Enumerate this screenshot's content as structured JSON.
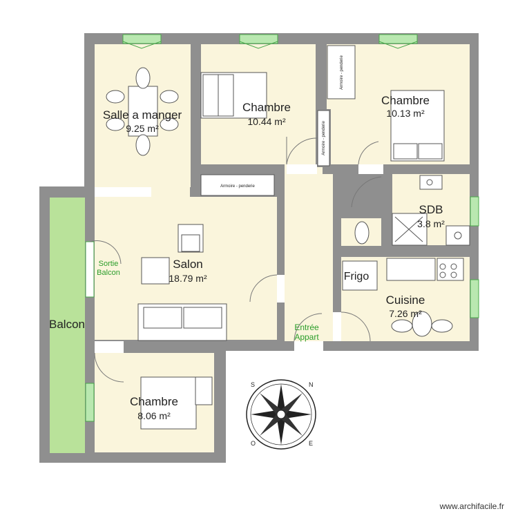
{
  "rooms": {
    "salle_a_manger": {
      "name": "Salle a manger",
      "area": "9.25 m²"
    },
    "chambre_1": {
      "name": "Chambre",
      "area": "10.44 m²"
    },
    "chambre_2": {
      "name": "Chambre",
      "area": "10.13 m²"
    },
    "sdb": {
      "name": "SDB",
      "area": "3.8 m²"
    },
    "salon": {
      "name": "Salon",
      "area": "18.79 m²"
    },
    "cuisine": {
      "name": "Cuisine",
      "area": "7.26 m²"
    },
    "chambre_3": {
      "name": "Chambre",
      "area": "8.06 m²"
    },
    "balcon": {
      "name": "Balcon"
    }
  },
  "labels": {
    "sortie_balcon_1": "Sortie",
    "sortie_balcon_2": "Balcon",
    "entree_1": "Entrée",
    "entree_2": "Appart",
    "frigo": "Frigo",
    "armoire_1": "Armoire - penderie",
    "armoire_2": "Armoire - penderie",
    "armoire_3": "Armoire - penderie"
  },
  "compass": {
    "n": "N",
    "s": "S",
    "e": "E",
    "o": "O"
  },
  "watermark": "www.archifacile.fr",
  "colors": {
    "wall": "#8f8f8f",
    "floor": "#faf5dc",
    "balcony": "#b9e29a",
    "window": "#8fd48f"
  }
}
